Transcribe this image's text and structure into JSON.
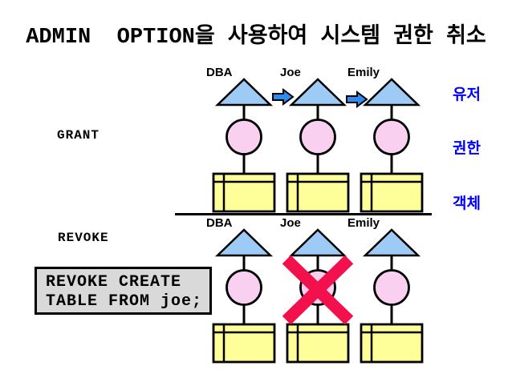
{
  "title": "ADMIN  OPTION을 사용하여 시스템 권한 취소",
  "legend": {
    "user": "유저",
    "privilege": "권한",
    "object": "객체"
  },
  "sections": {
    "grant": {
      "label": "GRANT",
      "users": [
        "DBA",
        "Joe",
        "Emily"
      ]
    },
    "revoke": {
      "label": "REVOKE",
      "users": [
        "DBA",
        "Joe",
        "Emily"
      ],
      "revoked_user": "Joe",
      "code_line1": "REVOKE CREATE",
      "code_line2": "TABLE FROM joe;"
    }
  },
  "colors": {
    "user_triangle": "#9ecbf5",
    "privilege_circle": "#f9d0f0",
    "object_box": "#ffff99",
    "flow_arrow": "#2e8cf0",
    "legend_text": "#0000ff",
    "revoke_x": "#f2114d",
    "code_box_bg": "#d9d9d9"
  }
}
